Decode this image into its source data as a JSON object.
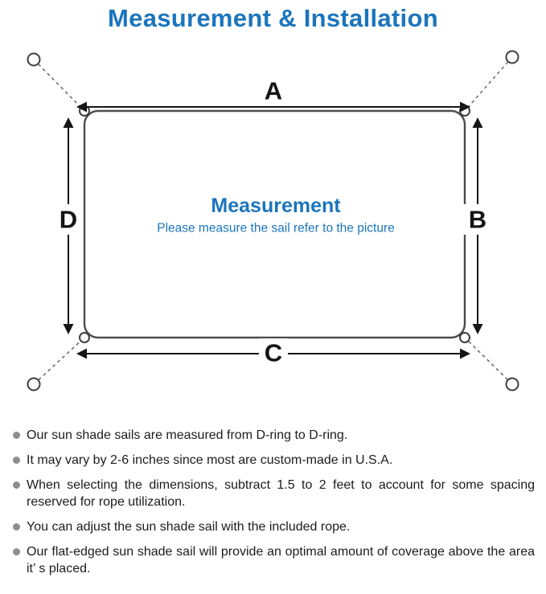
{
  "page": {
    "title": "Measurement & Installation",
    "accent_color": "#1b75bc",
    "bullet_color": "#8d8d8d"
  },
  "diagram": {
    "labels": {
      "top": "A",
      "right": "B",
      "bottom": "C",
      "left": "D"
    },
    "center": {
      "title": "Measurement",
      "subtitle": "Please measure the sail refer to the picture"
    }
  },
  "notes": [
    "Our sun shade sails are measured from D-ring to D-ring.",
    "It may vary by 2-6 inches since most are custom-made in U.S.A.",
    "When selecting the dimensions, subtract 1.5 to 2 feet to account for some spacing reserved for rope utilization.",
    "You can adjust the sun shade sail with the included rope.",
    "Our flat-edged sun shade sail will provide an optimal amount of coverage above the area it’ s placed."
  ]
}
